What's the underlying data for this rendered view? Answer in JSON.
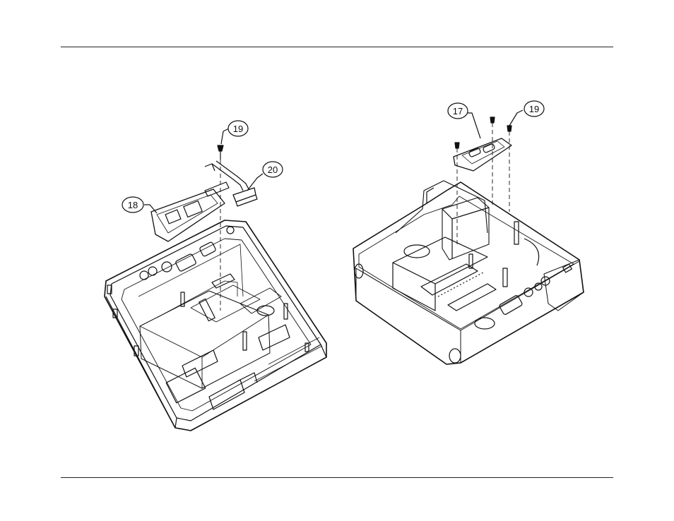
{
  "callouts": {
    "left_19": "19",
    "left_20": "20",
    "left_18": "18",
    "right_17": "17",
    "right_19": "19"
  },
  "colors": {
    "line": "#111111",
    "background": "#ffffff",
    "detail": "#444444"
  }
}
